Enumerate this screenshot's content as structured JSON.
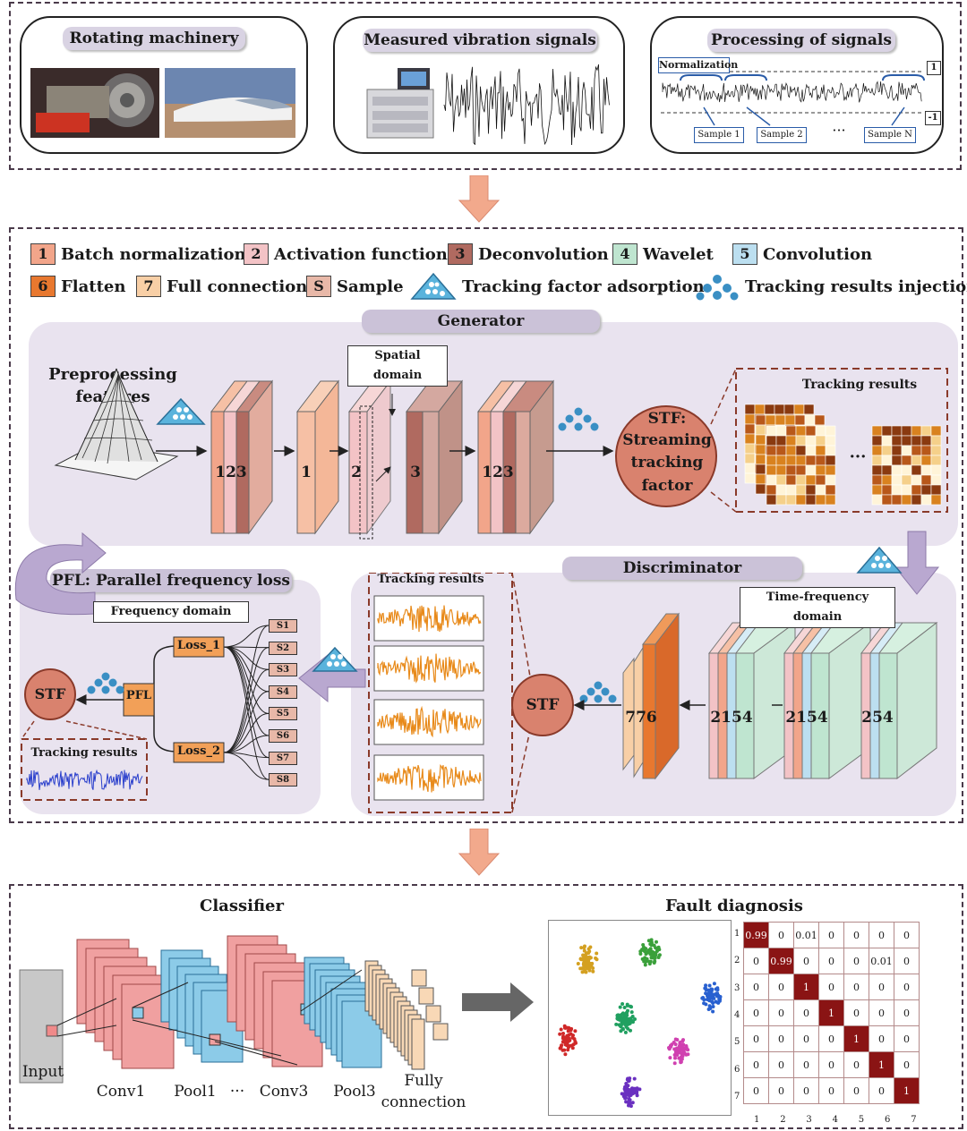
{
  "top": {
    "panels": [
      {
        "title": "Rotating machinery"
      },
      {
        "title": "Measured vibration signals"
      },
      {
        "title": "Processing of signals"
      }
    ],
    "normalization": "Normalization",
    "plus_one": "1",
    "minus_one": "-1",
    "samples": [
      "Sample 1",
      "Sample 2",
      "Sample N"
    ],
    "dots": "···"
  },
  "legend": [
    {
      "num": "1",
      "label": "Batch normalization",
      "color": "#f2a58a"
    },
    {
      "num": "2",
      "label": "Activation function",
      "color": "#f3c3c6"
    },
    {
      "num": "3",
      "label": "Deconvolution",
      "color": "#b06a60"
    },
    {
      "num": "4",
      "label": "Wavelet",
      "color": "#bfe5d0"
    },
    {
      "num": "5",
      "label": "Convolution",
      "color": "#bcdff0"
    },
    {
      "num": "6",
      "label": "Flatten",
      "color": "#e8782f"
    },
    {
      "num": "7",
      "label": "Full connection",
      "color": "#f8cfa6"
    },
    {
      "num": "S",
      "label": "Sample",
      "color": "#e8b8a8"
    },
    {
      "label": "Tracking factor adsorption"
    },
    {
      "label": "Tracking  results injection"
    }
  ],
  "generator": {
    "title": "Generator",
    "preprocessing": "Preprocessing\nfeatures",
    "spatial_domain": "Spatial domain",
    "blocks": [
      "123",
      "1",
      "2",
      "3",
      "123"
    ],
    "stf": [
      "STF:",
      "Streaming",
      "tracking",
      "factor"
    ],
    "tracking_results": "Tracking  results",
    "dots": "···"
  },
  "discriminator": {
    "title": "Discriminator",
    "tf_domain": "Time-frequency domain",
    "blocks": [
      "2154",
      "2154",
      "254",
      "776"
    ],
    "stf": "STF",
    "tracking_results": "Tracking  results"
  },
  "pfl": {
    "title": "PFL: Parallel frequency loss",
    "freq_domain": "Frequency domain",
    "loss1": "Loss_1",
    "loss2": "Loss_2",
    "pfl": "PFL",
    "stf": "STF",
    "samples": [
      "S1",
      "S2",
      "S3",
      "S4",
      "S5",
      "S6",
      "S7",
      "S8"
    ],
    "tracking_results": "Tracking  results"
  },
  "classifier": {
    "title": "Classifier",
    "labels": [
      "Input",
      "Conv1",
      "Pool1",
      "···",
      "Conv3",
      "Pool3",
      "Fully\nconnection"
    ]
  },
  "fault": {
    "title": "Fault diagnosis",
    "cluster_colors": [
      "#d4a020",
      "#3aa03a",
      "#2860d0",
      "#d02828",
      "#20a060",
      "#d040b0",
      "#6a30c0"
    ],
    "matrix": [
      [
        "0.99",
        "0",
        "0.01",
        "0",
        "0",
        "0",
        "0"
      ],
      [
        "0",
        "0.99",
        "0",
        "0",
        "0",
        "0.01",
        "0"
      ],
      [
        "0",
        "0",
        "1",
        "0",
        "0",
        "0",
        "0"
      ],
      [
        "0",
        "0",
        "0",
        "1",
        "0",
        "0",
        "0"
      ],
      [
        "0",
        "0",
        "0",
        "0",
        "1",
        "0",
        "0"
      ],
      [
        "0",
        "0",
        "0",
        "0",
        "0",
        "1",
        "0"
      ],
      [
        "0",
        "0",
        "0",
        "0",
        "0",
        "0",
        "1"
      ]
    ],
    "row_labels": [
      "1",
      "2",
      "3",
      "4",
      "5",
      "6",
      "7"
    ],
    "col_labels": [
      "1",
      "2",
      "3",
      "4",
      "5",
      "6",
      "7"
    ]
  }
}
